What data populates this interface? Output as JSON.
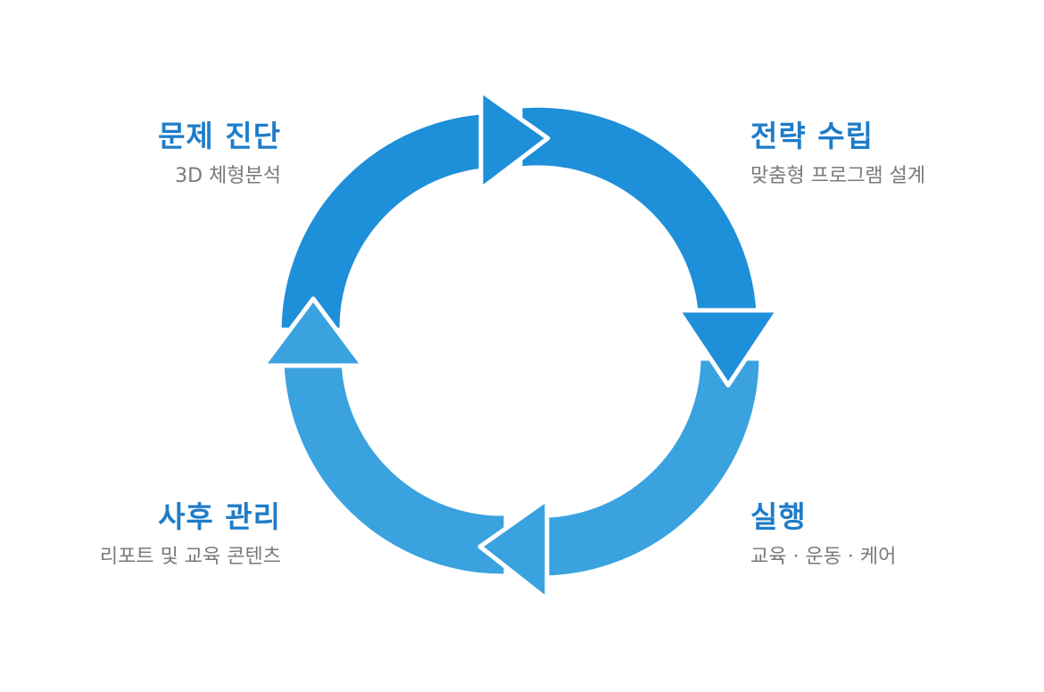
{
  "colors": {
    "dark_blue": "#1e8fd9",
    "light_blue": "#3aa2df",
    "title_blue": "#1f7cc8",
    "subtitle_gray": "#7a7a7a"
  },
  "steps": [
    {
      "title": "문제 진단",
      "subtitle": "3D 체형분석"
    },
    {
      "title": "전략 수립",
      "subtitle": "맞춤형 프로그램 설계"
    },
    {
      "title": "실행",
      "subtitle": "교육 · 운동 · 케어"
    },
    {
      "title": "사후 관리",
      "subtitle": "리포트 및 교육 콘텐츠"
    }
  ]
}
